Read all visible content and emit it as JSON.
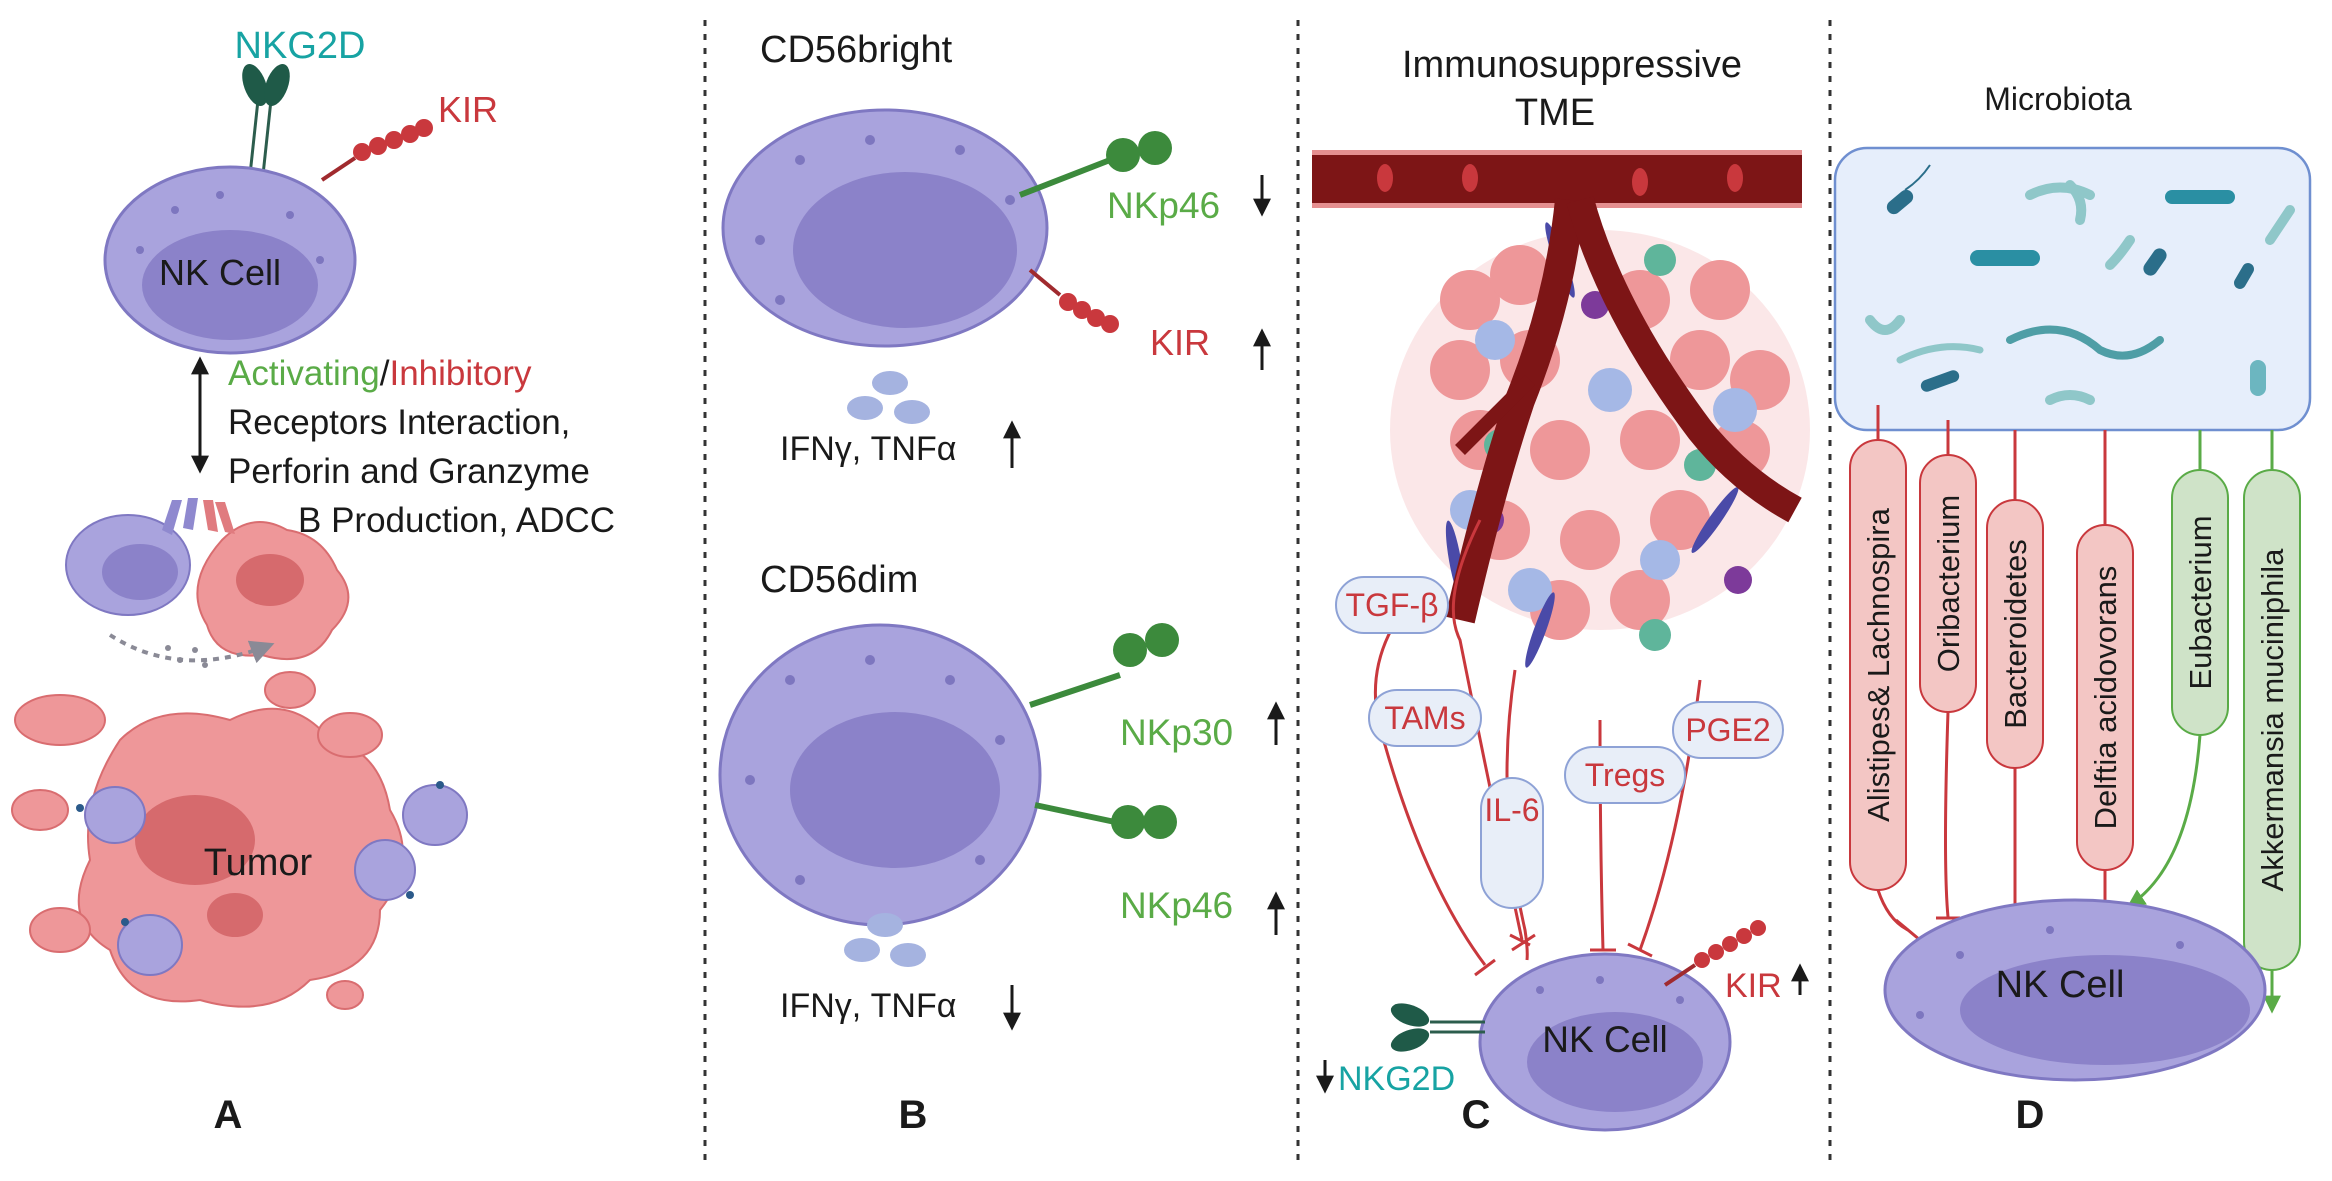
{
  "colors": {
    "green": "#5aab47",
    "teal": "#17a3a3",
    "red": "#c9383d",
    "dark": "#1a1a1a",
    "cell_fill": "#a9a3dd",
    "cell_nucleus": "#8b82c9",
    "tumor": "#ee9799",
    "vessel": "#7d1516",
    "pill_fill": "#e8eef8",
    "micro_pink": "#f3c6c4",
    "micro_green": "#cfe3c8"
  },
  "panelA": {
    "nkg2d": "NKG2D",
    "kir": "KIR",
    "nk_cell": "NK Cell",
    "activating": "Activating",
    "slash": "/",
    "inhibitory": "Inhibitory",
    "line1": "Receptors Interaction,",
    "line2": "Perforin and Granzyme",
    "line3": "B Production, ADCC",
    "tumor": "Tumor",
    "letter": "A"
  },
  "panelB": {
    "bright_title": "CD56bright",
    "bright_nkp46": "NKp46",
    "bright_kir": "KIR",
    "bright_cytokines": "IFNγ, TNFα",
    "dim_title": "CD56dim",
    "dim_nkp30": "NKp30",
    "dim_nkp46": "NKp46",
    "dim_cytokines": "IFNγ, TNFα",
    "letter": "B"
  },
  "panelC": {
    "title1": "Immunosuppressive",
    "title2": "TME",
    "factors": [
      "TGF-β",
      "TAMs",
      "IL-6",
      "Tregs",
      "PGE2"
    ],
    "nk_cell": "NK Cell",
    "kir": "KIR",
    "nkg2d": "NKG2D",
    "letter": "C"
  },
  "panelD": {
    "title": "Microbiota",
    "inhibitors": [
      "Alistipes& Lachnospira",
      "Oribacterium",
      "Bacteroidetes",
      "Delftia acidovorans"
    ],
    "activators": [
      "Eubacterium",
      "Akkermansia muciniphila"
    ],
    "nk_cell": "NK Cell",
    "letter": "D"
  }
}
